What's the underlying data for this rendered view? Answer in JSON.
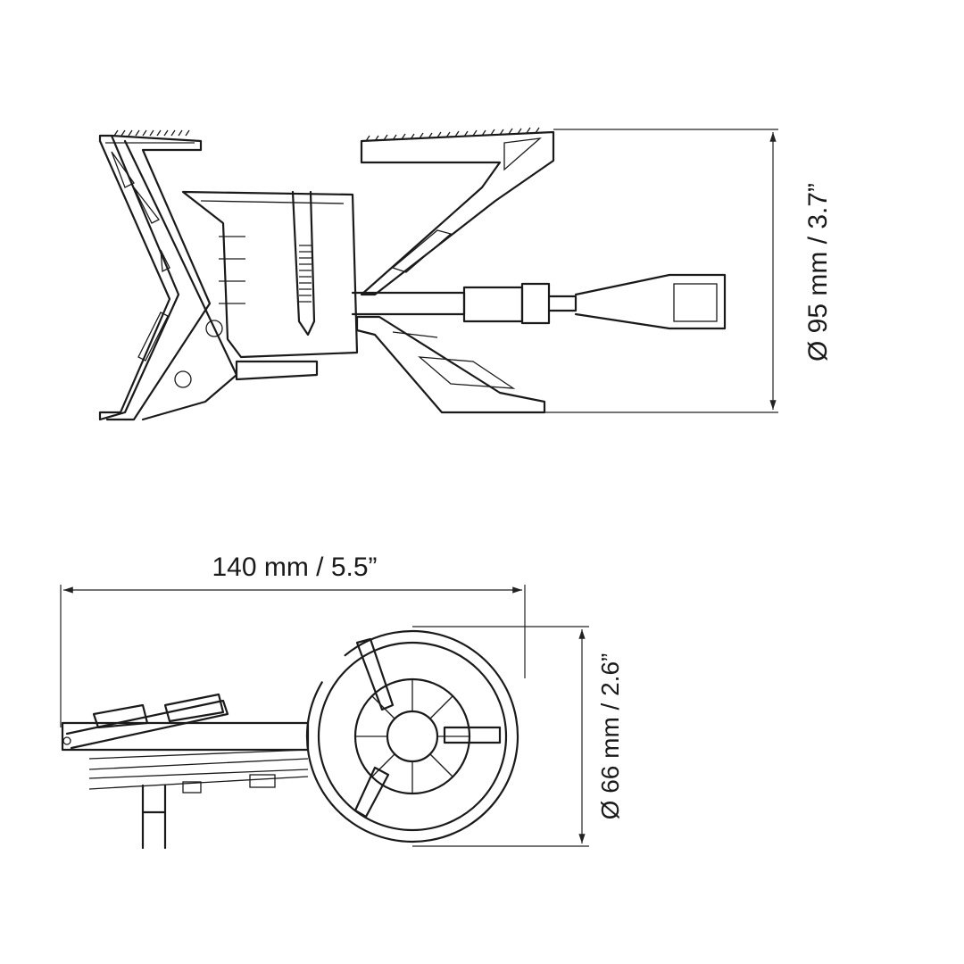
{
  "dimensions": {
    "height_label": "Ø 95 mm / 3.7”",
    "length_label": "140 mm / 5.5”",
    "diameter_label": "Ø 66 mm / 2.6”"
  },
  "colors": {
    "line": "#1a1a1a",
    "background": "#ffffff"
  }
}
